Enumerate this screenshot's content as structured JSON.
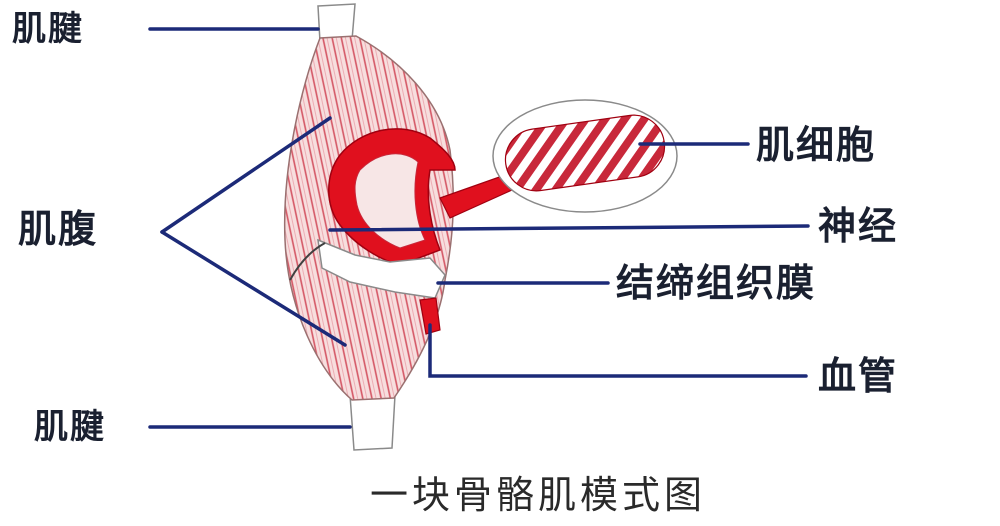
{
  "diagram": {
    "caption": "一块骨骼肌模式图",
    "labels": {
      "tendon_top": "肌腱",
      "tendon_bottom": "肌腱",
      "belly": "肌腹",
      "muscle_cell": "肌细胞",
      "nerve": "神经",
      "connective_membrane": "结缔组织膜",
      "blood_vessel": "血管"
    }
  },
  "colors": {
    "leader_line": "#1c2a78",
    "muscle_fiber": "#c8283a",
    "muscle_fill": "#f6dada",
    "nerve_red": "#e0101e",
    "tendon": "#ffffff",
    "outline": "#8a8a8a"
  }
}
